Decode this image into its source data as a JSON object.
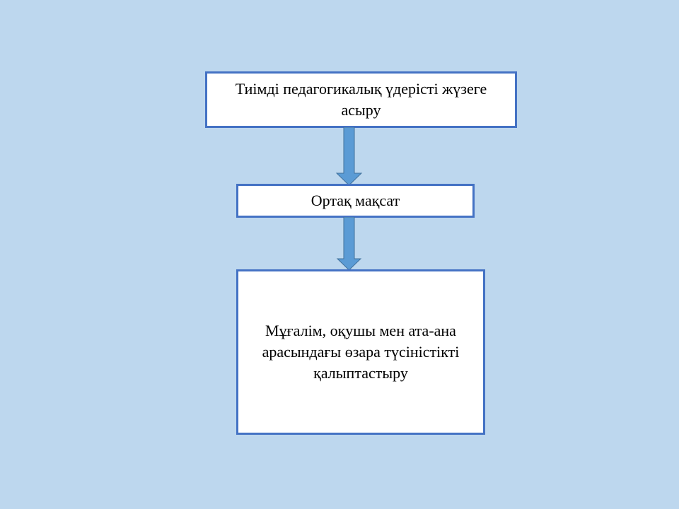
{
  "diagram": {
    "nodes": [
      {
        "id": "n1",
        "text": "Тиімді педагогикалық үдерісті жүзеге асыру"
      },
      {
        "id": "n2",
        "text": "Ортақ мақсат"
      },
      {
        "id": "n3",
        "text": "Мұғалім, оқушы мен ата-ана арасындағы өзара түсіністікті қалыптастыру"
      }
    ],
    "edges": [
      {
        "from": "n1",
        "to": "n2"
      },
      {
        "from": "n2",
        "to": "n3"
      }
    ],
    "colors": {
      "background": "#bdd7ee",
      "border": "#4472c4",
      "arrow": "#5b9bd5"
    }
  }
}
